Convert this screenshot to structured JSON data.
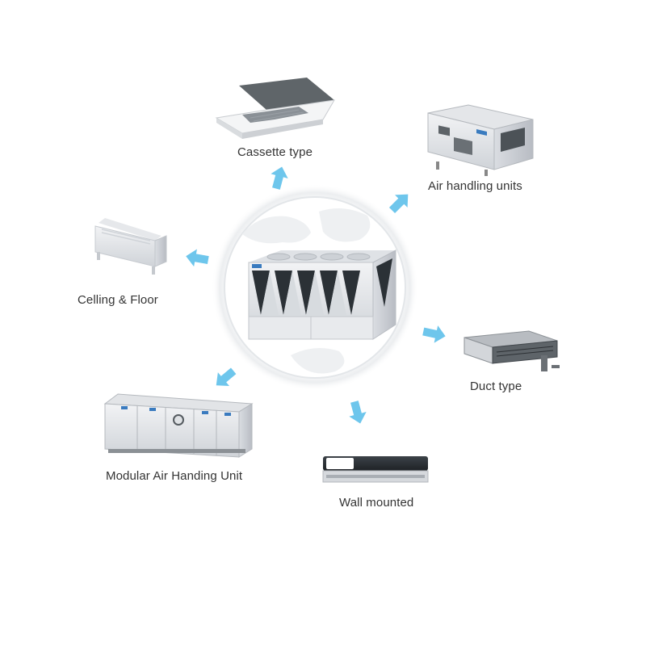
{
  "diagram": {
    "center": {
      "icon": "outdoor-chiller-unit-icon"
    },
    "items": [
      {
        "label": "Cassette type",
        "icon": "cassette-ac-icon"
      },
      {
        "label": "Air handling units",
        "icon": "air-handling-unit-icon"
      },
      {
        "label": "Celling & Floor",
        "icon": "ceiling-floor-unit-icon"
      },
      {
        "label": "Duct type",
        "icon": "duct-unit-icon"
      },
      {
        "label": "Modular Air Handing Unit",
        "icon": "modular-ahu-icon"
      },
      {
        "label": "Wall mounted",
        "icon": "wall-mounted-ac-icon"
      }
    ],
    "colors": {
      "arrow": "#6ec6ec",
      "circle_glow": "#c8cdd2",
      "text": "#333333"
    }
  }
}
